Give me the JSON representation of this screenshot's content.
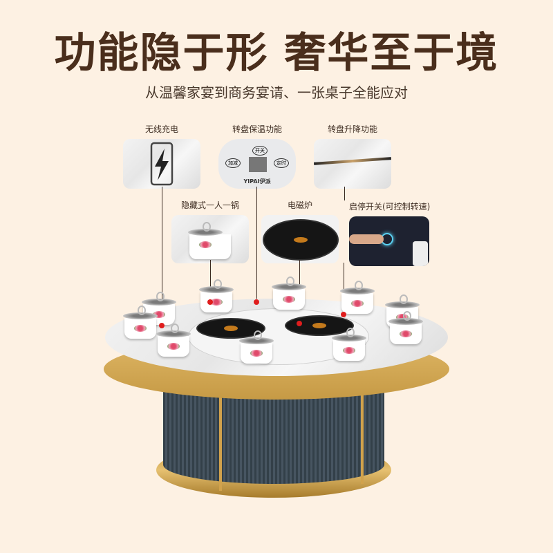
{
  "header": {
    "title": "功能隐于形 奢华至于境",
    "subtitle": "从温馨家宴到商务宴请、一张桌子全能应对"
  },
  "features": [
    {
      "label": "无线充电",
      "icon": "lightning-battery-icon"
    },
    {
      "label": "转盘保温功能",
      "icon": "control-panel-icon",
      "panel": {
        "power": "开关",
        "add": "加减",
        "timer": "定时",
        "brand": "YIPAI伊派"
      }
    },
    {
      "label": "转盘升降功能",
      "icon": "lift-turntable-icon"
    },
    {
      "label": "隐藏式一人一锅",
      "icon": "pot-icon"
    },
    {
      "label": "电磁炉",
      "icon": "induction-cooker-icon"
    },
    {
      "label": "启停开关(可控制转速)",
      "icon": "switch-button-icon"
    }
  ],
  "colors": {
    "background": "#fdf1e3",
    "title": "#4a2e1c",
    "marker": "#e01d1d",
    "gold": "#c9a14a",
    "copper": "#c98a63",
    "cabinet": "#3b4650"
  }
}
